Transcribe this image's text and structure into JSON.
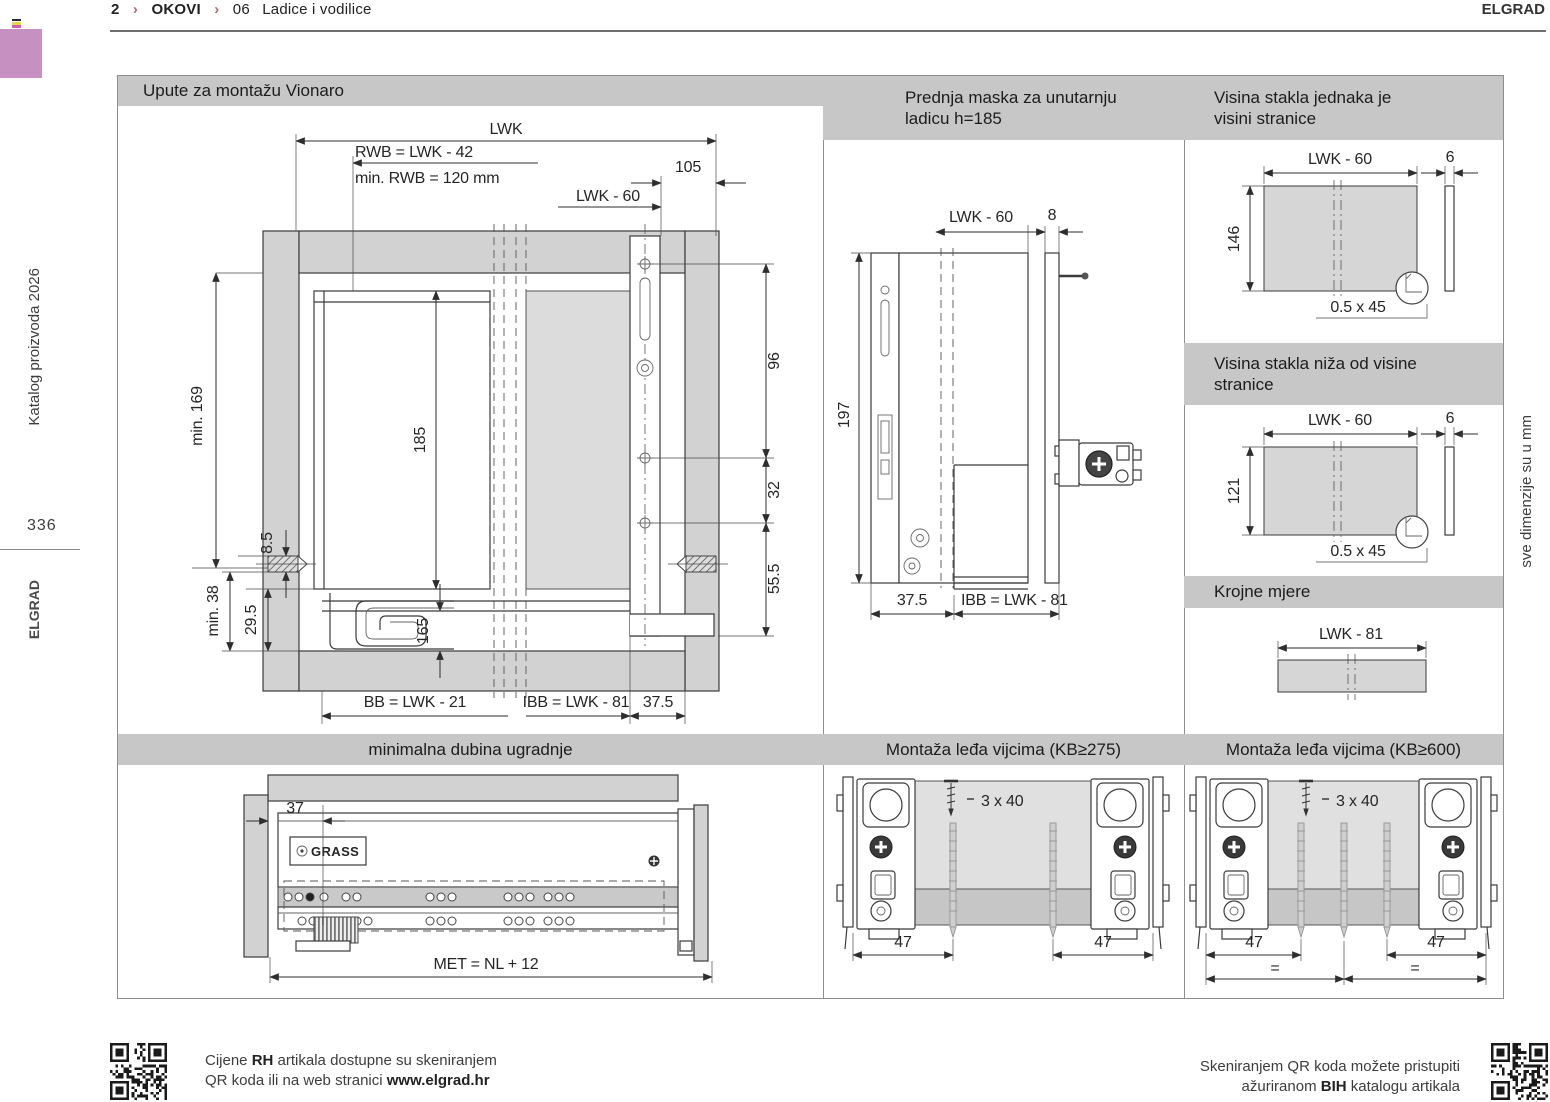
{
  "page": {
    "breadcrumb": {
      "page": "2",
      "sep1": "›",
      "section": "OKOVI",
      "sep2": "›",
      "code": "06",
      "title": "Ladice i vodilice"
    },
    "brand": "ELGRAD",
    "sidebar": {
      "catalog": "Katalog proizvoda 2026",
      "page_number": "336",
      "brand": "ELGRAD"
    },
    "units_note": "sve dimenzije su u mm"
  },
  "panels": {
    "main": {
      "title": "Upute za montažu Vionaro",
      "dims": {
        "lwk": "LWK",
        "rwb": "RWB = LWK - 42",
        "min_rwb": "min. RWB = 120 mm",
        "d105": "105",
        "lwk60": "LWK - 60",
        "min169": "min. 169",
        "d185": "185",
        "d96": "96",
        "d32": "32",
        "d555": "55.5",
        "d85": "8.5",
        "min38": "min. 38",
        "d295": "29.5",
        "d165": "165",
        "bb": "BB = LWK - 21",
        "ibb": "IBB = LWK - 81",
        "d375": "37.5"
      }
    },
    "front_mask": {
      "title_line1": "Prednja maska za unutarnju",
      "title_line2": "ladicu h=185",
      "dims": {
        "lwk60": "LWK - 60",
        "t8": "8",
        "h197": "197",
        "d375": "37.5",
        "ibb": "IBB = LWK - 81"
      }
    },
    "glass_equal": {
      "title_line1": "Visina stakla jednaka je",
      "title_line2": "visini stranice",
      "dims": {
        "lwk60": "LWK - 60",
        "t6": "6",
        "h146": "146",
        "chamfer": "0.5 x 45"
      }
    },
    "glass_lower": {
      "title_line1": "Visina stakla niža od visine",
      "title_line2": "stranice",
      "dims": {
        "lwk60": "LWK - 60",
        "t6": "6",
        "h121": "121",
        "chamfer": "0.5 x 45"
      }
    },
    "cut_sizes": {
      "title": "Krojne mjere",
      "dims": {
        "lwk81": "LWK - 81"
      }
    },
    "min_depth": {
      "title": "minimalna dubina ugradnje",
      "logo": "GRASS",
      "dims": {
        "d37": "37",
        "met": "MET = NL + 12"
      }
    },
    "kb275": {
      "title": "Montaža leđa vijcima (KB≥275)",
      "dims": {
        "screw": "3 x 40",
        "left47": "47",
        "right47": "47"
      }
    },
    "kb600": {
      "title": "Montaža leđa vijcima (KB≥600)",
      "dims": {
        "screw": "3 x 40",
        "left47": "47",
        "right47": "47",
        "eq_left": "=",
        "eq_right": "="
      }
    }
  },
  "footer": {
    "left": {
      "pre": "Cijene ",
      "bold1": "RH",
      "mid": " artikala dostupne su skeniranjem",
      "line2_pre": "QR koda ili na web stranici ",
      "bold2": "www.elgrad.hr"
    },
    "right": {
      "line1": "Skeniranjem QR koda možete pristupiti",
      "pre": "ažuriranom ",
      "bold": "BIH",
      "post": " katalogu artikala"
    }
  }
}
